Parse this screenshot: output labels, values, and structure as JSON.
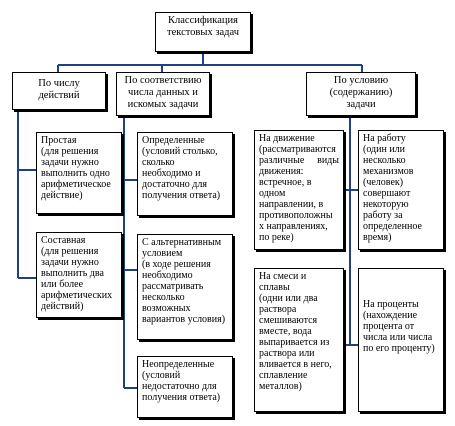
{
  "root": {
    "text": "Классификация\nтекстовых задач"
  },
  "categories": [
    {
      "text": "По числу\nдействий"
    },
    {
      "text": "По соответствию\nчисла данных и\nискомых задачи"
    },
    {
      "text": "По условию\n(содержанию)\nзадачи"
    }
  ],
  "by_actions": [
    {
      "text": "Простая\n(для решения\nзадачи нужно\nвыполнить одно\nарифметическое\nдействие)"
    },
    {
      "text": "Составная\n(для решения\nзадачи нужно\nвыполнить два\nили более\nарифметических\nдействий)"
    }
  ],
  "by_correspondence": [
    {
      "text": "Определенные\n(условий столько,\nсколько\nнеобходимо и\nдостаточно для\nполучения ответа)"
    },
    {
      "text": "С альтернативным\nусловием\n(в ходе решения\nнеобходимо\nрассматривать\nнесколько\nвозможных\nвариантов условия)"
    },
    {
      "text": "Неопределенные\n(условий\nнедостаточно для\nполучения ответа)"
    }
  ],
  "by_content_left": [
    {
      "text": "На движение\n(рассматриваются\nразличные виды движения:\nвстречное, в\nодном\nнаправлении, в\nпротивоположны\nх направлениях,\nпо реке)"
    },
    {
      "text": "На смеси и\nсплавы\n(одни или два\nраствора\nсмешиваются\nвместе, вода\nвыпаривается из\nраствора или\nвливается в него,\nсплавление\nметаллов)"
    }
  ],
  "by_content_right": [
    {
      "text": "На работу\n(один или\nнесколько\nмеханизмов\n(человек)\nсовершают\nнекоторую\nработу за\nопределенное\nвремя)"
    },
    {
      "text": "На проценты\n(нахождение\nпроцента от\nчисла или числа\nпо его проценту)"
    }
  ]
}
